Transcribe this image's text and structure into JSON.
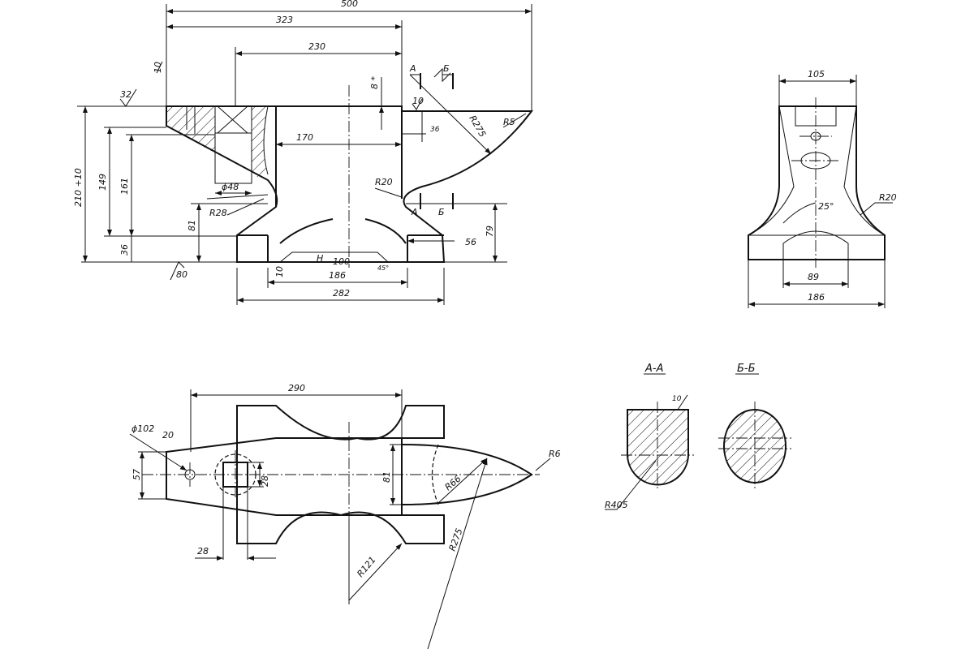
{
  "drawing": {
    "front_view": {
      "dims": {
        "overall_length": "500",
        "body_and_heel_length": "323",
        "body_length": "230",
        "waist_width": "170",
        "foot_length": "282",
        "base_recess_length": "186",
        "recess_flat": "100",
        "height": "210 +10",
        "heel_underside_height": "149",
        "hardy_depth": "161",
        "foot_height": "36",
        "pritchel_dia": "ϕ48",
        "waist_radius_left": "R28",
        "waist_radius_right": "R20",
        "horn_radius": "R275",
        "horn_tip_radius": "R5",
        "step_drop": "36",
        "face_thickness": "8 *",
        "waist_height_left": "81",
        "waist_height_right": "79",
        "foot_step": "56",
        "recess_depth": "10",
        "chamfer_angle": "45°",
        "hardness_mark": "H",
        "roughness_top": "32",
        "roughness_face": "10",
        "roughness_step": "10",
        "roughness_base": "80"
      },
      "section_marks": {
        "a": "А",
        "b": "Б"
      }
    },
    "side_view": {
      "dims": {
        "top_width": "105",
        "foot_width": "186",
        "foot_inner": "89",
        "waist_radius": "R20",
        "angle": "25°"
      }
    },
    "top_view": {
      "dims": {
        "body_length": "290",
        "hole_dia": "ϕ102",
        "hole_offset": "20",
        "heel_width": "57",
        "hardy_size": "28",
        "hardy_offset": "28",
        "body_width": "81",
        "horn_radius_inner": "R66",
        "horn_tip": "R6",
        "horn_radius_outer": "R275",
        "waist_radius": "R121"
      }
    },
    "sections": {
      "aa": {
        "title": "А-А",
        "roughness": "10",
        "radius": "R405"
      },
      "bb": {
        "title": "Б-Б"
      }
    }
  }
}
